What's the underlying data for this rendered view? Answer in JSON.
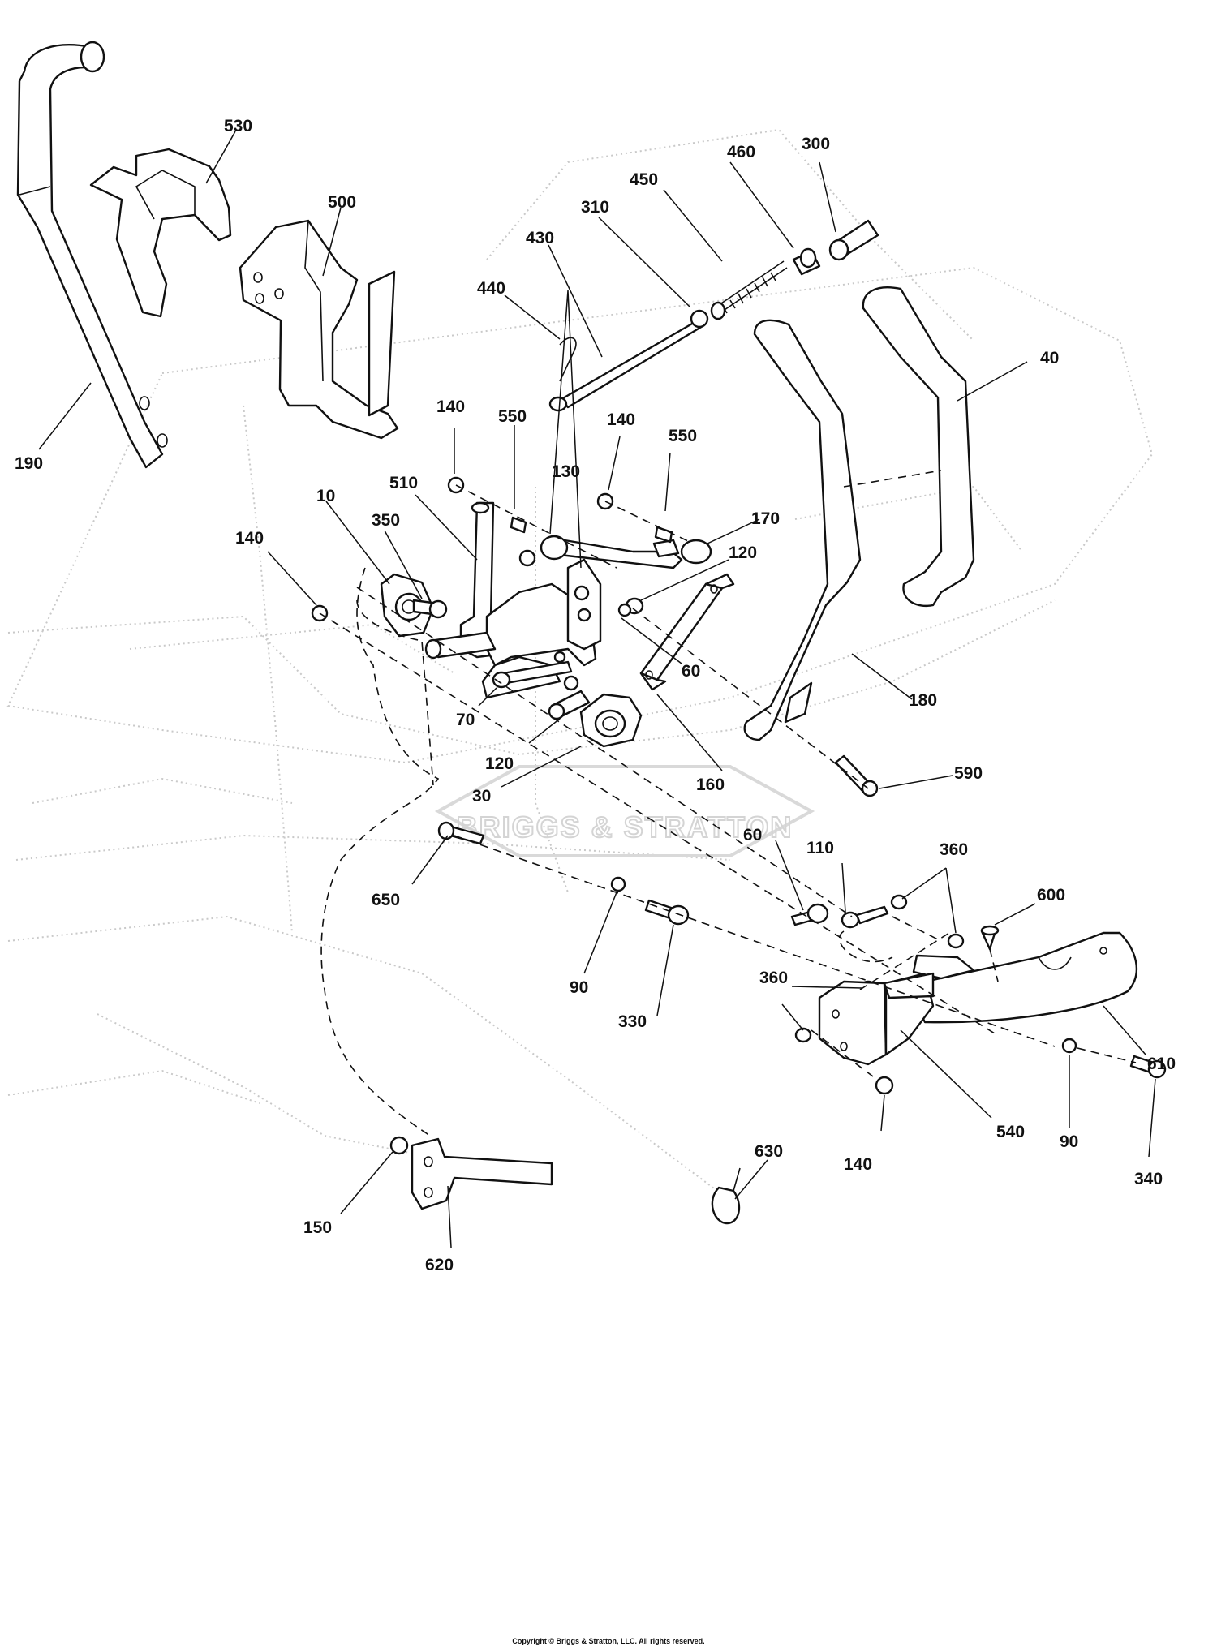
{
  "watermark": {
    "text": "BRIGGS & STRATTON"
  },
  "copyright": "Copyright © Briggs & Stratton, LLC. All rights reserved.",
  "callouts": [
    {
      "id": "190",
      "text": "190"
    },
    {
      "id": "530",
      "text": "530"
    },
    {
      "id": "500",
      "text": "500"
    },
    {
      "id": "430",
      "text": "430"
    },
    {
      "id": "440",
      "text": "440"
    },
    {
      "id": "310",
      "text": "310"
    },
    {
      "id": "450",
      "text": "450"
    },
    {
      "id": "460",
      "text": "460"
    },
    {
      "id": "300",
      "text": "300"
    },
    {
      "id": "40",
      "text": "40"
    },
    {
      "id": "140a",
      "text": "140"
    },
    {
      "id": "550a",
      "text": "550"
    },
    {
      "id": "140b",
      "text": "140"
    },
    {
      "id": "550b",
      "text": "550"
    },
    {
      "id": "130",
      "text": "130"
    },
    {
      "id": "170",
      "text": "170"
    },
    {
      "id": "510",
      "text": "510"
    },
    {
      "id": "10",
      "text": "10"
    },
    {
      "id": "350",
      "text": "350"
    },
    {
      "id": "140c",
      "text": "140"
    },
    {
      "id": "120a",
      "text": "120"
    },
    {
      "id": "60a",
      "text": "60"
    },
    {
      "id": "180",
      "text": "180"
    },
    {
      "id": "70",
      "text": "70"
    },
    {
      "id": "120b",
      "text": "120"
    },
    {
      "id": "30",
      "text": "30"
    },
    {
      "id": "160",
      "text": "160"
    },
    {
      "id": "590",
      "text": "590"
    },
    {
      "id": "60b",
      "text": "60"
    },
    {
      "id": "110",
      "text": "110"
    },
    {
      "id": "360a",
      "text": "360"
    },
    {
      "id": "600",
      "text": "600"
    },
    {
      "id": "650",
      "text": "650"
    },
    {
      "id": "360b",
      "text": "360"
    },
    {
      "id": "90a",
      "text": "90"
    },
    {
      "id": "330",
      "text": "330"
    },
    {
      "id": "610",
      "text": "610"
    },
    {
      "id": "540",
      "text": "540"
    },
    {
      "id": "90b",
      "text": "90"
    },
    {
      "id": "140d",
      "text": "140"
    },
    {
      "id": "340",
      "text": "340"
    },
    {
      "id": "630",
      "text": "630"
    },
    {
      "id": "150",
      "text": "150"
    },
    {
      "id": "620",
      "text": "620"
    }
  ]
}
